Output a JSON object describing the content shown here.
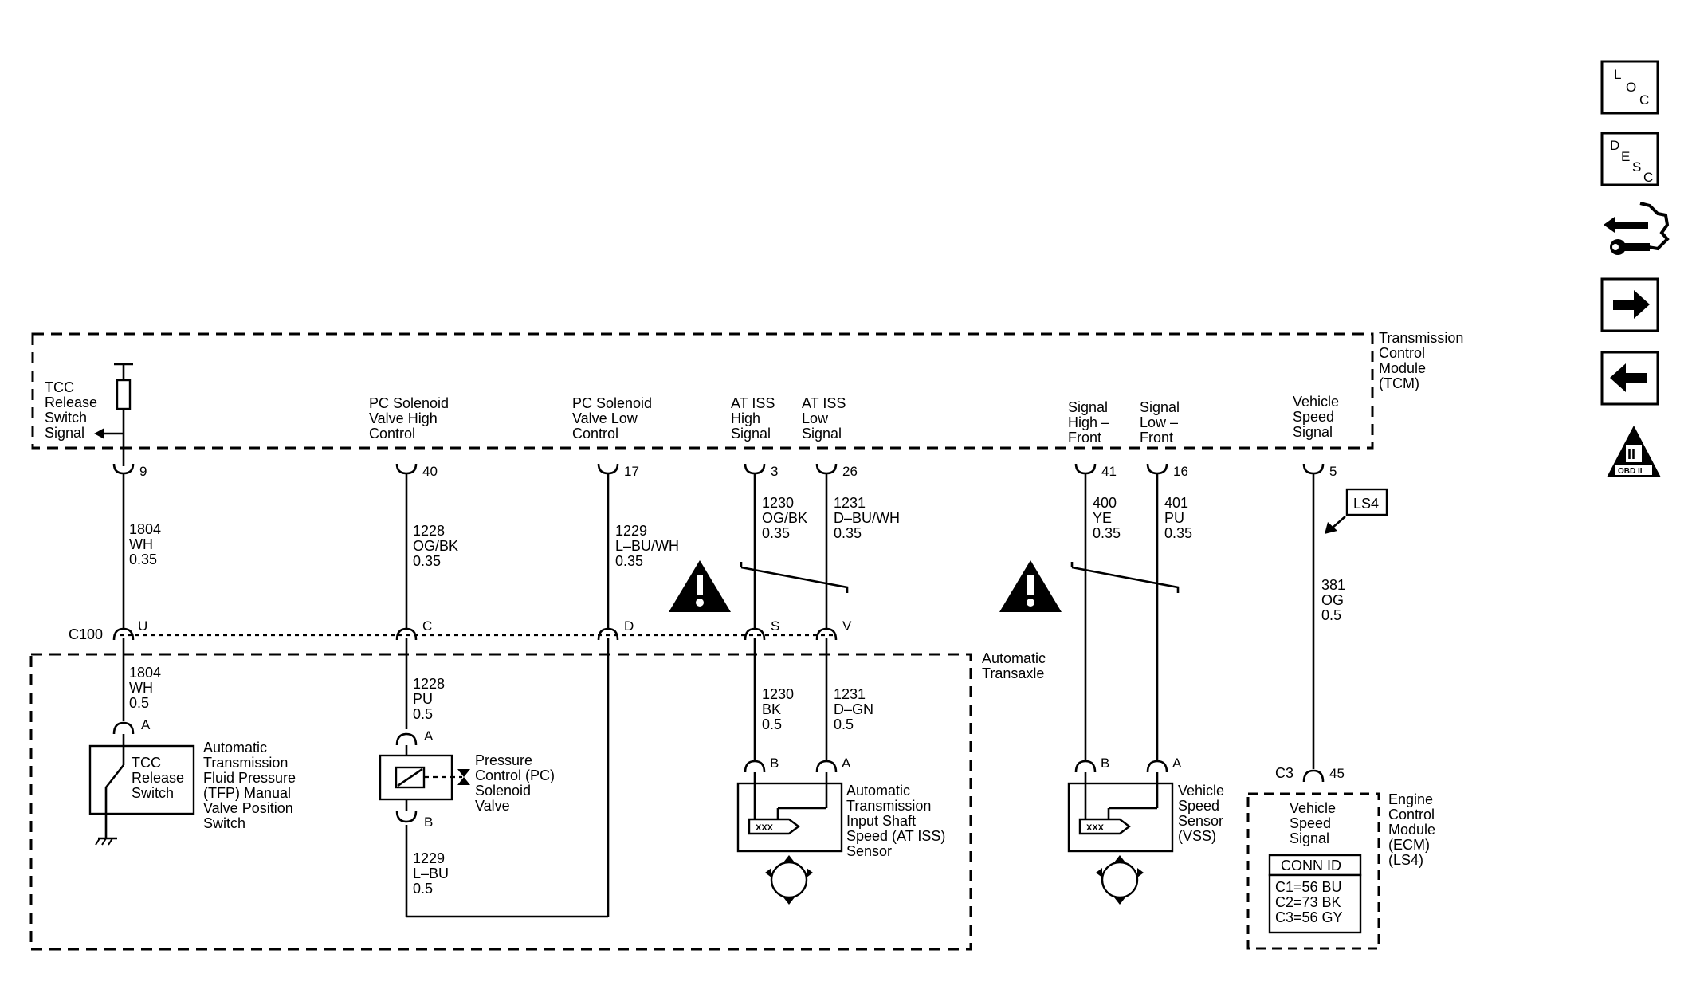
{
  "tcm": {
    "label": [
      "Transmission",
      "Control",
      "Module",
      "(TCM)"
    ],
    "signals": {
      "tcc_release": [
        "TCC",
        "Release",
        "Switch",
        "Signal"
      ],
      "pc_high": [
        "PC Solenoid",
        "Valve High",
        "Control"
      ],
      "pc_low": [
        "PC Solenoid",
        "Valve Low",
        "Control"
      ],
      "iss_high": [
        "AT ISS",
        "High",
        "Signal"
      ],
      "iss_low": [
        "AT ISS",
        "Low",
        "Signal"
      ],
      "sig_high_front": [
        "Signal",
        "High –",
        "Front"
      ],
      "sig_low_front": [
        "Signal",
        "Low –",
        "Front"
      ],
      "vss_signal": [
        "Vehicle",
        "Speed",
        "Signal"
      ]
    },
    "pins": [
      "9",
      "40",
      "17",
      "3",
      "26",
      "41",
      "16",
      "5"
    ]
  },
  "wires_upper": {
    "w1804": [
      "1804",
      "WH",
      "0.35"
    ],
    "w1228": [
      "1228",
      "OG/BK",
      "0.35"
    ],
    "w1229": [
      "1229",
      "L–BU/WH",
      "0.35"
    ],
    "w1230": [
      "1230",
      "OG/BK",
      "0.35"
    ],
    "w1231": [
      "1231",
      "D–BU/WH",
      "0.35"
    ],
    "w400": [
      "400",
      "YE",
      "0.35"
    ],
    "w401": [
      "401",
      "PU",
      "0.35"
    ],
    "w381": [
      "381",
      "OG",
      "0.5"
    ]
  },
  "connector_c100": {
    "name": "C100",
    "pins": [
      "U",
      "C",
      "D",
      "S",
      "V"
    ]
  },
  "transaxle": {
    "label": [
      "Automatic",
      "Transaxle"
    ]
  },
  "wires_lower": {
    "w1804": [
      "1804",
      "WH",
      "0.5"
    ],
    "w1228": [
      "1228",
      "PU",
      "0.5"
    ],
    "w1229": [
      "1229",
      "L–BU",
      "0.5"
    ],
    "w1230": [
      "1230",
      "BK",
      "0.5"
    ],
    "w1231": [
      "1231",
      "D–GN",
      "0.5"
    ]
  },
  "components": {
    "tcc_switch_box": [
      "TCC",
      "Release",
      "Switch"
    ],
    "tfp_label": [
      "Automatic",
      "Transmission",
      "Fluid Pressure",
      "(TFP) Manual",
      "Valve Position",
      "Switch"
    ],
    "pc_solenoid": [
      "Pressure",
      "Control (PC)",
      "Solenoid",
      "Valve"
    ],
    "iss_sensor": [
      "Automatic",
      "Transmission",
      "Input Shaft",
      "Speed (AT ISS)",
      "Sensor"
    ],
    "vss": [
      "Vehicle",
      "Speed",
      "Sensor",
      "(VSS)"
    ],
    "pin_a": "A",
    "pin_b": "B"
  },
  "ecm": {
    "label": [
      "Engine",
      "Control",
      "Module",
      "(ECM)",
      "(LS4)"
    ],
    "signal": [
      "Vehicle",
      "Speed",
      "Signal"
    ],
    "connector": "C3",
    "pin": "45",
    "conn_id_title": "CONN ID",
    "conn_ids": [
      "C1=56 BU",
      "C2=73 BK",
      "C3=56 GY"
    ],
    "option_tag": "LS4"
  },
  "sidebar": {
    "loc": [
      "L",
      "O",
      "C"
    ],
    "desc": [
      "D",
      "E",
      "S",
      "C"
    ],
    "obd_numeral": "II",
    "obd_text": "OBD II"
  }
}
